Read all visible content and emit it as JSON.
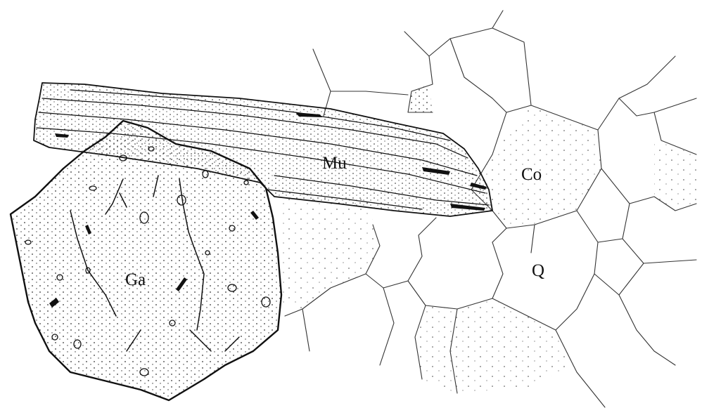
{
  "labels": {
    "garnet": "Ga",
    "muscovite": "Mu",
    "cordierite": "Co",
    "quartz": "Q"
  },
  "colors": {
    "ink": "#111111",
    "paper": "#ffffff",
    "faint_line": "#555555"
  }
}
